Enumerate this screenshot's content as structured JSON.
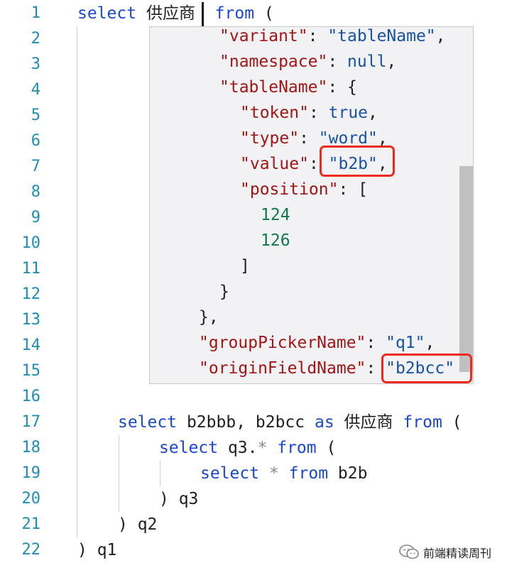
{
  "gutter": {
    "line_numbers": [
      "1",
      "2",
      "3",
      "4",
      "5",
      "6",
      "7",
      "8",
      "9",
      "10",
      "11",
      "12",
      "13",
      "14",
      "15",
      "16",
      "17",
      "18",
      "19",
      "20",
      "21",
      "22"
    ]
  },
  "editor": {
    "line1": {
      "kw_select": "select",
      "table": "供应商",
      "kw_from": "from",
      "paren": "("
    },
    "line17": {
      "kw_select": "select",
      "cols": "b2bbb, b2bcc",
      "kw_as": "as",
      "alias": "供应商",
      "kw_from": "from",
      "paren": "("
    },
    "line18": {
      "kw_select": "select",
      "ref": "q3.",
      "star": "*",
      "kw_from": "from",
      "paren": "("
    },
    "line19": {
      "kw_select": "select",
      "star": "*",
      "kw_from": "from",
      "table": "b2b"
    },
    "line20": {
      "text": ") q3"
    },
    "line21": {
      "text": ") q2"
    },
    "line22": {
      "text": ") q1"
    }
  },
  "tooltip": {
    "k_variant": "\"variant\"",
    "v_variant": "\"tableName\"",
    "k_namespace": "\"namespace\"",
    "v_namespace": "null",
    "k_tableName": "\"tableName\"",
    "k_token": "\"token\"",
    "v_token": "true",
    "k_type": "\"type\"",
    "v_type": "\"word\"",
    "k_value": "\"value\"",
    "v_value": "\"b2b\"",
    "k_position": "\"position\"",
    "pos_start": "124",
    "pos_end": "126",
    "k_groupPickerName": "\"groupPickerName\"",
    "v_groupPickerName": "\"q1\"",
    "k_originFieldName": "\"originFieldName\"",
    "v_originFieldName": "\"b2bcc\""
  },
  "watermark": {
    "text": "前端精读周刊",
    "icon": "wechat-icon"
  },
  "colors": {
    "keyword": "#1948d3",
    "json_key": "#a31414",
    "json_string": "#1752a6",
    "json_number": "#0d7a48",
    "line_number": "#1a8eb5",
    "highlight": "#ee2a1e"
  }
}
